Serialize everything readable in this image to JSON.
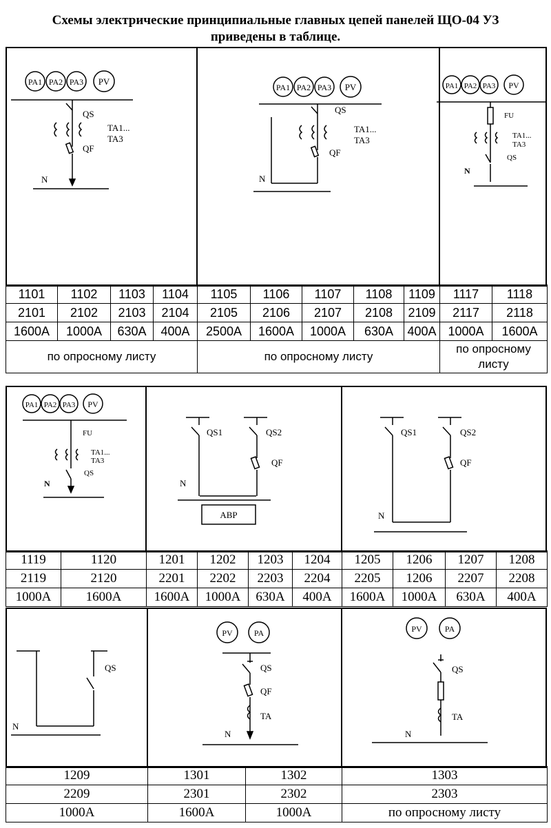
{
  "title": {
    "line1": "Схемы электрические принципиальные  главных цепей панелей ЩО-04 УЗ",
    "line2": "приведены в таблице."
  },
  "labels": {
    "pa1": "PA1",
    "pa2": "PA2",
    "pa3": "PA3",
    "pv": "PV",
    "pa": "PA",
    "qs": "QS",
    "qs1": "QS1",
    "qs2": "QS2",
    "qf": "QF",
    "fu": "FU",
    "ta": "TA",
    "ta1": "TA1...",
    "ta3": "TA3",
    "n": "N",
    "avr": "АВР"
  },
  "block1": {
    "row1": [
      "1101",
      "1102",
      "1103",
      "1104",
      "1105",
      "1106",
      "1107",
      "1108",
      "1109",
      "1117",
      "1118"
    ],
    "row2": [
      "2101",
      "2102",
      "2103",
      "2104",
      "2105",
      "2106",
      "2107",
      "2108",
      "2109",
      "2117",
      "2118"
    ],
    "row3": [
      "1600A",
      "1000A",
      "630A",
      "400A",
      "2500A",
      "1600A",
      "1000A",
      "630A",
      "400A",
      "1000A",
      "1600A"
    ],
    "notes": [
      "по опросному листу",
      "по опросному листу",
      "по опросному листу"
    ]
  },
  "block2": {
    "row1": [
      "1119",
      "1120",
      "1201",
      "1202",
      "1203",
      "1204",
      "1205",
      "1206",
      "1207",
      "1208"
    ],
    "row2": [
      "2119",
      "2120",
      "2201",
      "2202",
      "2203",
      "2204",
      "2205",
      "1206",
      "2207",
      "2208"
    ],
    "row3": [
      "1000A",
      "1600A",
      "1600A",
      "1000A",
      "630A",
      "400A",
      "1600A",
      "1000A",
      "630A",
      "400A"
    ]
  },
  "block3": {
    "row1": [
      "1209",
      "1301",
      "1302",
      "1303"
    ],
    "row2": [
      "2209",
      "2301",
      "2302",
      "2303"
    ],
    "row3": [
      "1000A",
      "1600A",
      "1000A",
      "по опросному листу"
    ]
  }
}
